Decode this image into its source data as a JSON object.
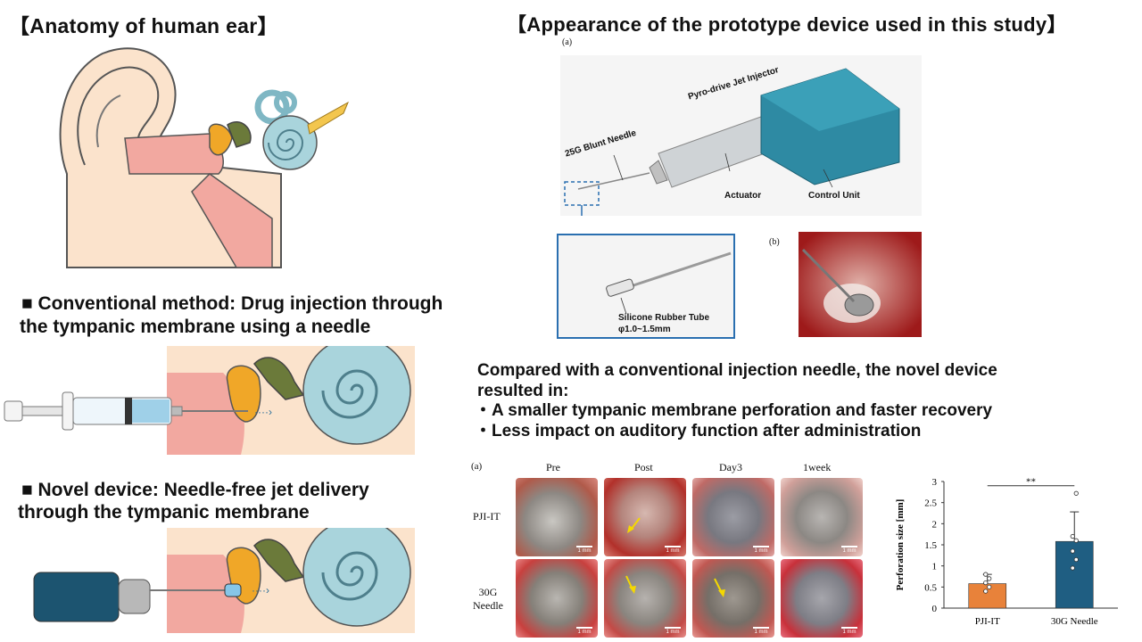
{
  "left": {
    "anatomy_title": "【Anatomy of human ear】",
    "conventional_title_line1": "■ Conventional method: Drug injection through",
    "conventional_title_line2": "the tympanic membrane using a needle",
    "novel_title_line1": "■ Novel device: Needle-free jet delivery",
    "novel_title_line2": "through the tympanic membrane"
  },
  "right": {
    "device_title": "【Appearance of the prototype device used in this study】",
    "panel_a": "(a)",
    "panel_b": "(b)",
    "labels": {
      "pyro": "Pyro-drive Jet Injector",
      "needle": "25G Blunt Needle",
      "actuator": "Actuator",
      "control": "Control Unit",
      "tube_line1": "Silicone Rubber Tube",
      "tube_line2": "φ1.0~1.5mm"
    }
  },
  "summary": {
    "line1": "Compared with a conventional injection needle, the novel device",
    "line2": "resulted in:",
    "bullet1": "・A smaller tympanic membrane perforation and faster recovery",
    "bullet2": "・Less impact on auditory function after administration"
  },
  "photo_grid": {
    "panel": "(a)",
    "columns": [
      "Pre",
      "Post",
      "Day3",
      "1week"
    ],
    "rows": [
      "PJI-IT",
      "30G\nNeedle"
    ],
    "scale_label": "1 mm"
  },
  "chart_data": {
    "type": "bar",
    "categories": [
      "PJI-IT",
      "30G Needle"
    ],
    "values": [
      0.58,
      1.58
    ],
    "error_upper": [
      0.8,
      2.28
    ],
    "points": [
      [
        0.4,
        0.5,
        0.6,
        0.7,
        0.8
      ],
      [
        0.95,
        1.15,
        1.35,
        1.6,
        1.7,
        2.72
      ]
    ],
    "ylabel": "Perforation size [mm]",
    "ylim": [
      0,
      3
    ],
    "yticks": [
      0,
      0.5,
      1,
      1.5,
      2,
      2.5,
      3
    ],
    "significance": "**",
    "colors": [
      "#e8823a",
      "#1f5e82"
    ]
  }
}
